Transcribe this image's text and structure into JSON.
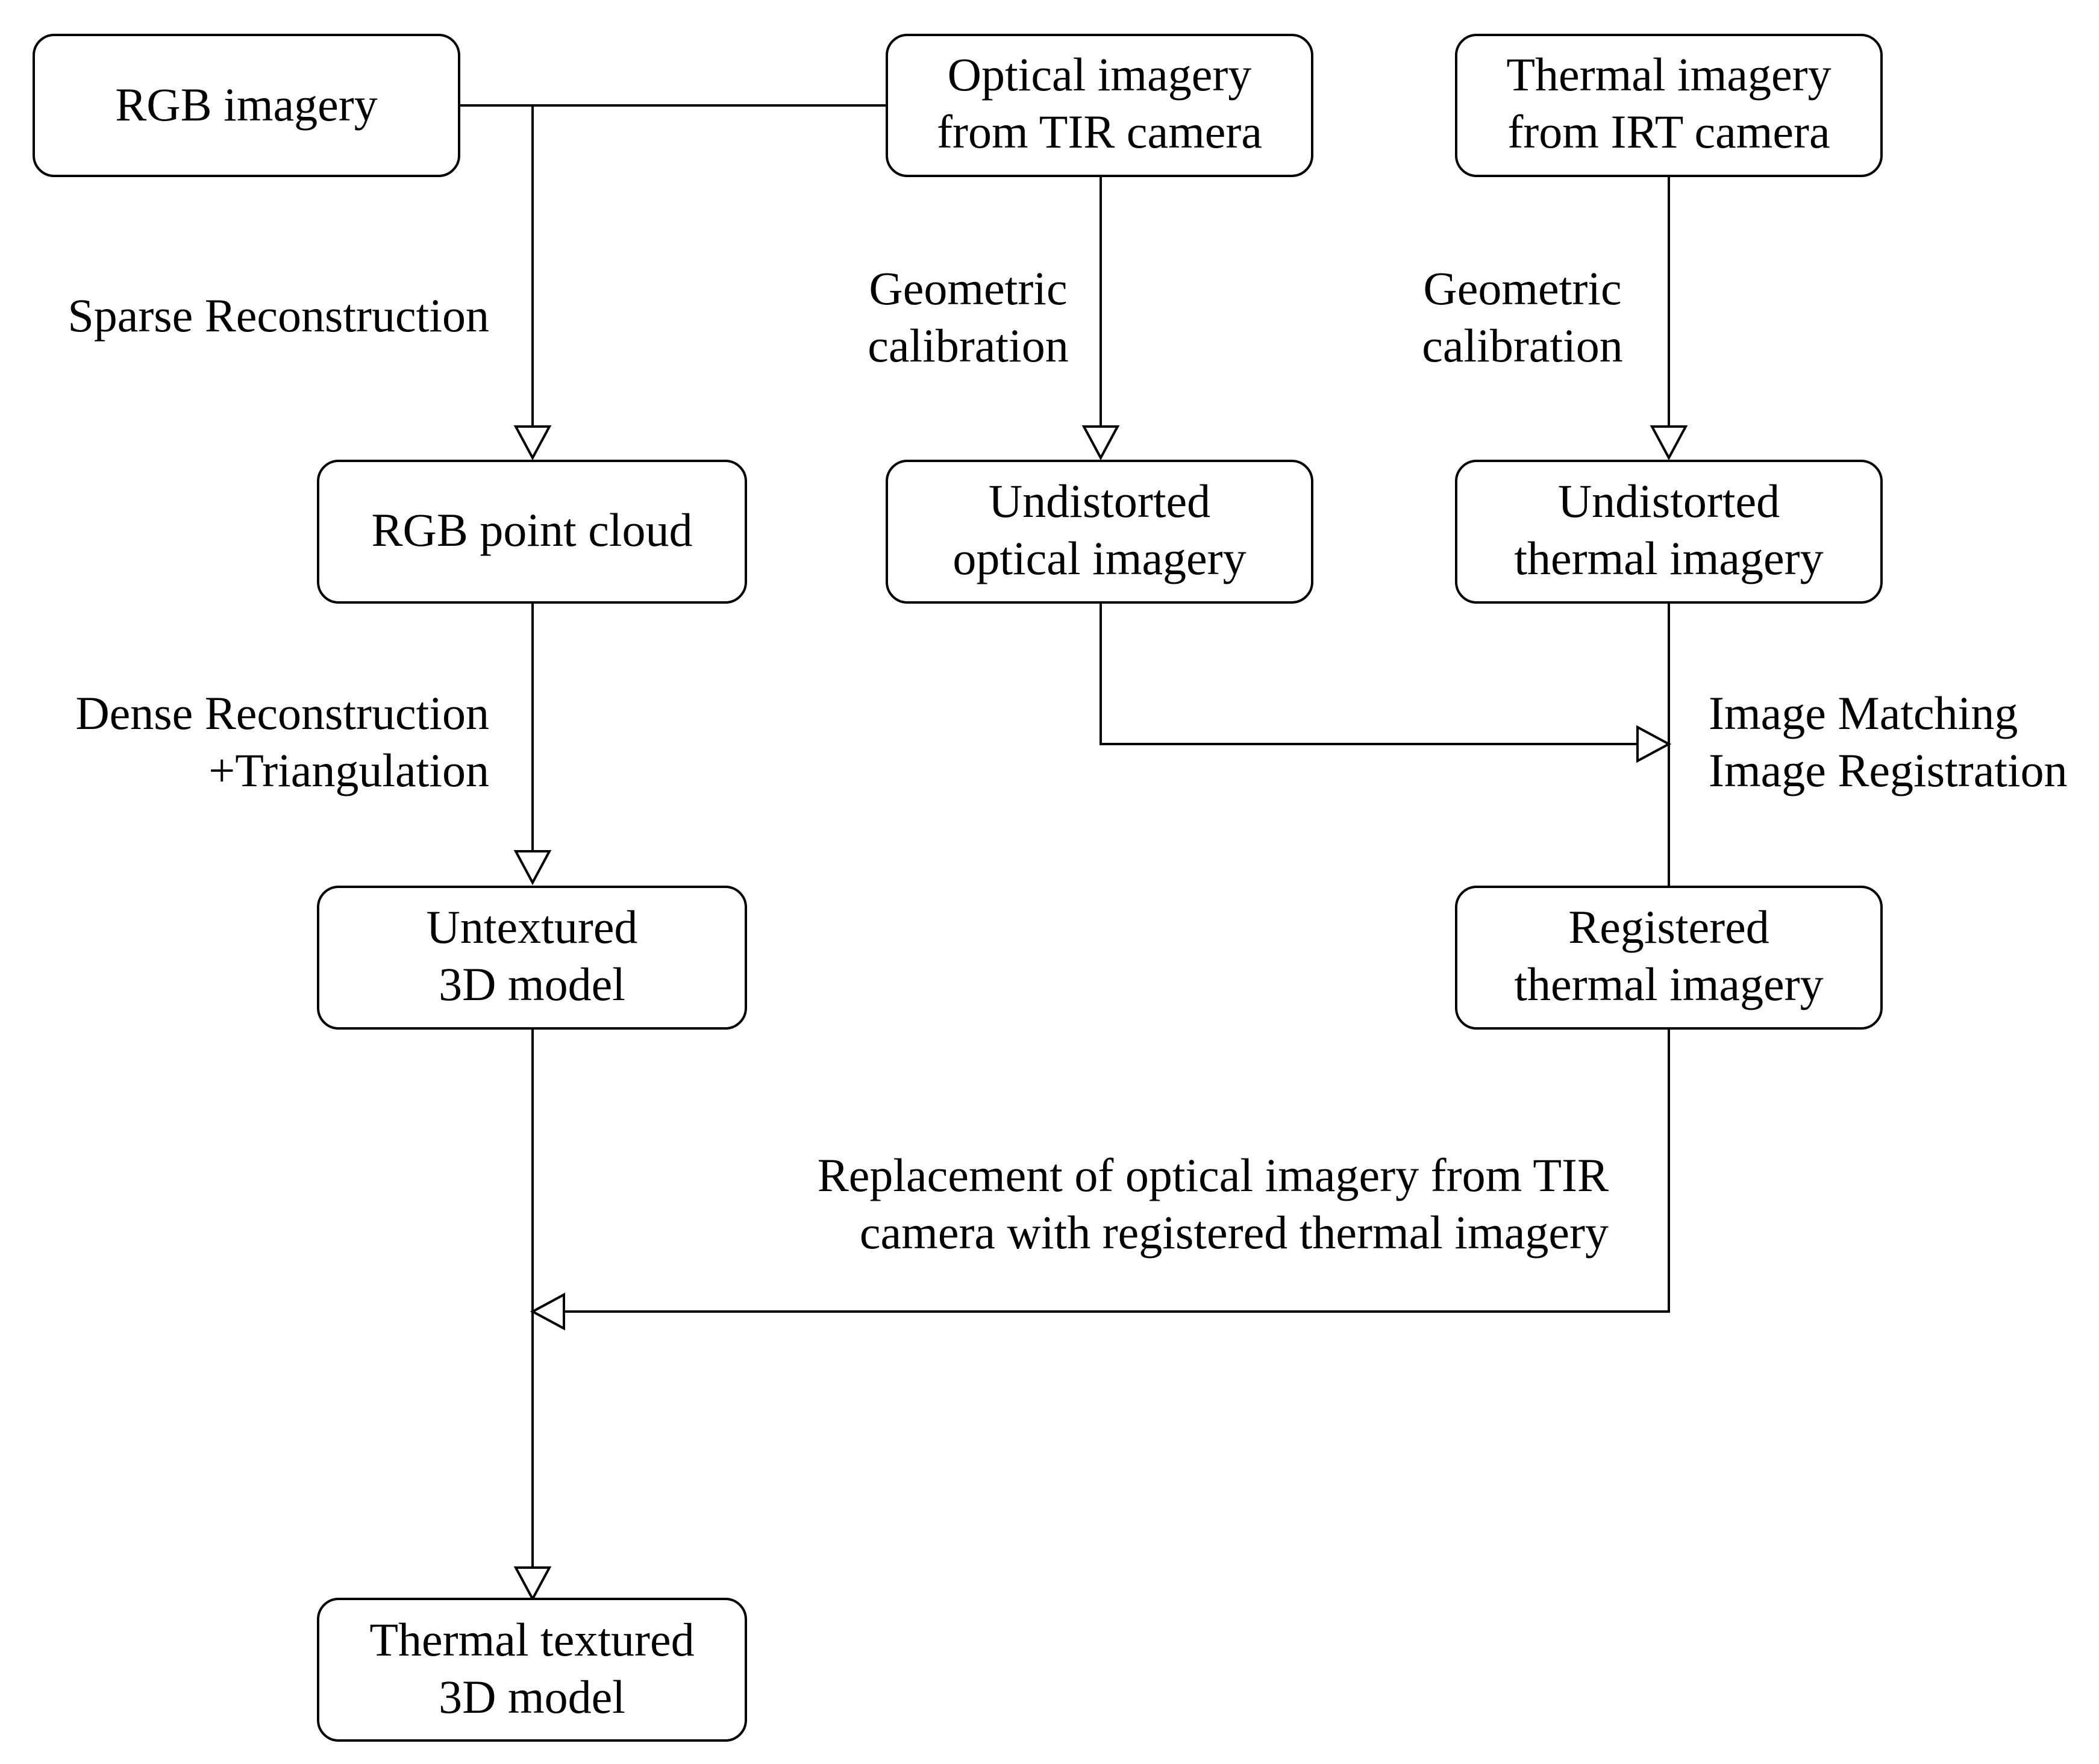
{
  "nodes": {
    "rgb_imagery": [
      "RGB imagery"
    ],
    "optical_tir": [
      "Optical imagery",
      "from TIR camera"
    ],
    "thermal_irt": [
      "Thermal imagery",
      "from IRT camera"
    ],
    "rgb_point_cloud": [
      "RGB point cloud"
    ],
    "undistorted_optical": [
      "Undistorted",
      "optical imagery"
    ],
    "undistorted_thermal": [
      "Undistorted",
      "thermal imagery"
    ],
    "untextured_model": [
      "Untextured",
      "3D model"
    ],
    "registered_thermal": [
      "Registered",
      "thermal imagery"
    ],
    "thermal_textured_model": [
      "Thermal textured",
      "3D model"
    ]
  },
  "edge_labels": {
    "sparse_reconstruction": [
      "Sparse Reconstruction"
    ],
    "geometric_calibration_optical": [
      "Geometric",
      "calibration"
    ],
    "geometric_calibration_thermal": [
      "Geometric",
      "calibration"
    ],
    "dense_reconstruction": [
      "Dense Reconstruction",
      "+Triangulation"
    ],
    "image_matching": [
      "Image Matching",
      "Image Registration"
    ],
    "replacement": [
      "Replacement of optical imagery from TIR",
      "camera with registered thermal imagery"
    ]
  }
}
